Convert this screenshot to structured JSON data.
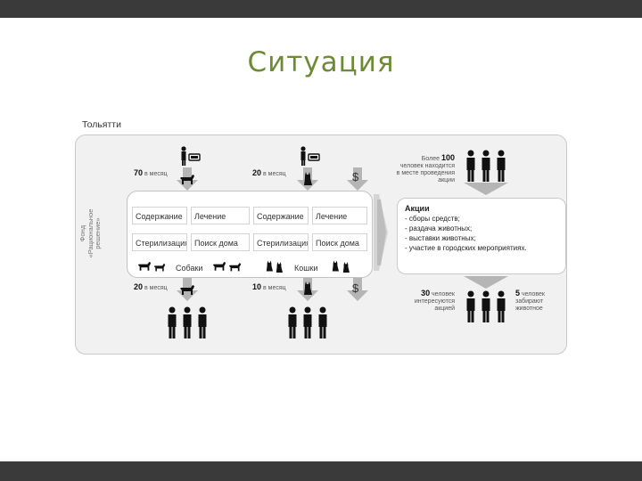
{
  "slide": {
    "title": "Ситуация"
  },
  "diagram": {
    "city": "Тольятти",
    "side_label_line1": "Фонд",
    "side_label_line2": "«Рациональное",
    "side_label_line3": "решение»",
    "grid": {
      "r1": [
        "Содержание",
        "Лечение",
        "Содержание",
        "Лечение"
      ],
      "r2": [
        "Стерилизация",
        "Поиск дома",
        "Стерилизация",
        "Поиск дома"
      ]
    },
    "dogs_label": "Собаки",
    "cats_label": "Кошки",
    "dogs_in": {
      "num": "70",
      "unit": "в месяц"
    },
    "cats_in": {
      "num": "20",
      "unit": "в месяц"
    },
    "dogs_out": {
      "num": "20",
      "unit": "в месяц"
    },
    "cats_out": {
      "num": "10",
      "unit": "в месяц"
    },
    "dollar": "$",
    "top_right": {
      "pre": "Более",
      "num": "100",
      "l1": "человек находится",
      "l2": "в месте проведения",
      "l3": "акции"
    },
    "actions": {
      "title": "Акции",
      "i1": "- сборы средств;",
      "i2": "- раздача животных;",
      "i3": "- выставки животных;",
      "i4": "- участие в городских мероприятиях."
    },
    "bottom_left_stat": {
      "num": "30",
      "l1": "человек",
      "l2": "интересуются",
      "l3": "акцией"
    },
    "bottom_right_stat": {
      "num": "5",
      "l1": "человек",
      "l2": "забирают",
      "l3": "животное"
    }
  },
  "colors": {
    "title_green": "#6e8a36",
    "bar": "#3a3a3a",
    "arrow_gray": "#b5b5b5",
    "panel": "#f1f1f1"
  },
  "icons": [
    "person-at-desk-icon",
    "dog-icon",
    "cat-icon",
    "dollar-icon",
    "people-group-icon",
    "down-arrow-icon",
    "right-pointer-icon"
  ]
}
